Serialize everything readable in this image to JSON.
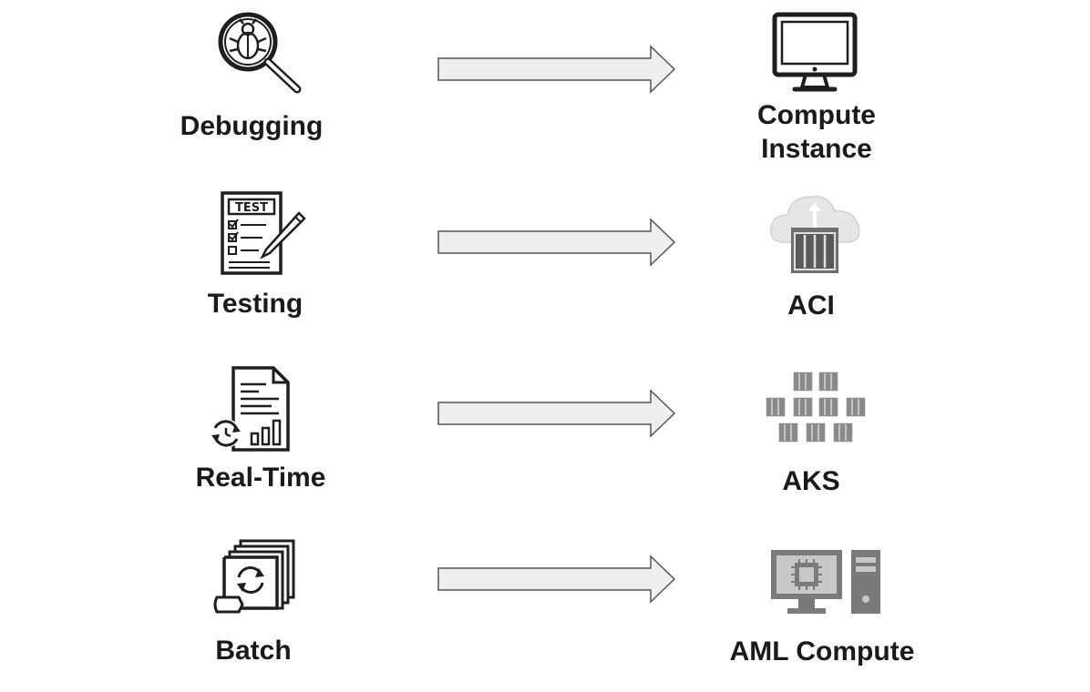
{
  "rows": [
    {
      "source": "Debugging",
      "target_line1": "Compute",
      "target_line2": "Instance",
      "source_icon": "bug-magnifier-icon",
      "target_icon": "monitor-icon"
    },
    {
      "source": "Testing",
      "target": "ACI",
      "source_icon": "test-sheet-icon",
      "target_icon": "cloud-container-icon"
    },
    {
      "source": "Real-Time",
      "target": "AKS",
      "source_icon": "realtime-report-icon",
      "target_icon": "kubernetes-cluster-icon"
    },
    {
      "source": "Batch",
      "target": "AML Compute",
      "source_icon": "batch-documents-icon",
      "target_icon": "workstation-icon"
    }
  ],
  "colors": {
    "text": "#1a1a1a",
    "arrow_fill": "#eeeeee",
    "arrow_stroke": "#555555",
    "icon_dark": "#1e1e1e",
    "icon_gray": "#7a7a7a"
  }
}
